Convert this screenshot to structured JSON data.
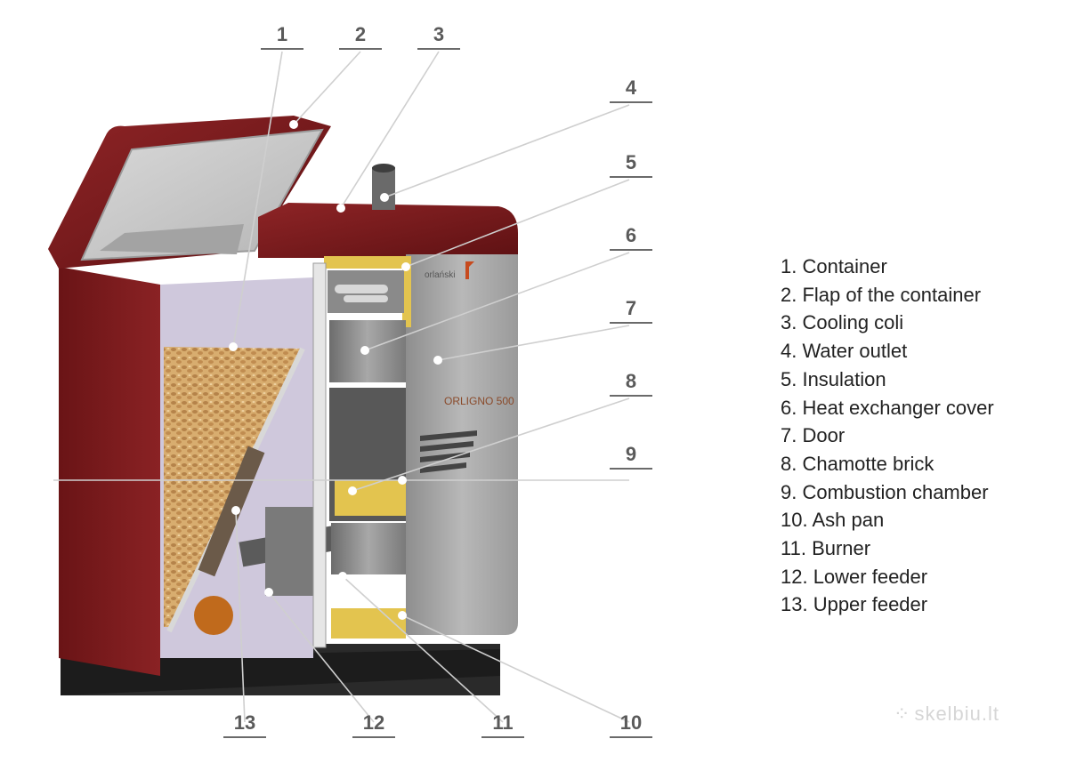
{
  "diagram": {
    "callouts": [
      "1",
      "2",
      "3",
      "4",
      "5",
      "6",
      "7",
      "8",
      "9",
      "10",
      "11",
      "12",
      "13"
    ],
    "brand_badge": "orlański",
    "model_badge": "ORLIGNO 500",
    "legend": [
      "1. Container",
      "2. Flap of the container",
      "3. Cooling coli",
      "4. Water outlet",
      "5. Insulation",
      "6. Heat exchanger cover",
      "7. Door",
      "8. Chamotte brick",
      "9. Combustion chamber",
      "10. Ash pan",
      "11. Burner",
      "12. Lower feeder",
      "13. Upper feeder"
    ]
  },
  "watermark": {
    "text": "skelbiu.lt",
    "icon": "dots-logo-icon"
  },
  "colors": {
    "casing_red": "#7c1a1c",
    "panel_silver": "#a9a9a9",
    "pellet": "#c99a5c",
    "insulation_yellow": "#e3c44f",
    "leader_line": "#cfcfcf"
  }
}
